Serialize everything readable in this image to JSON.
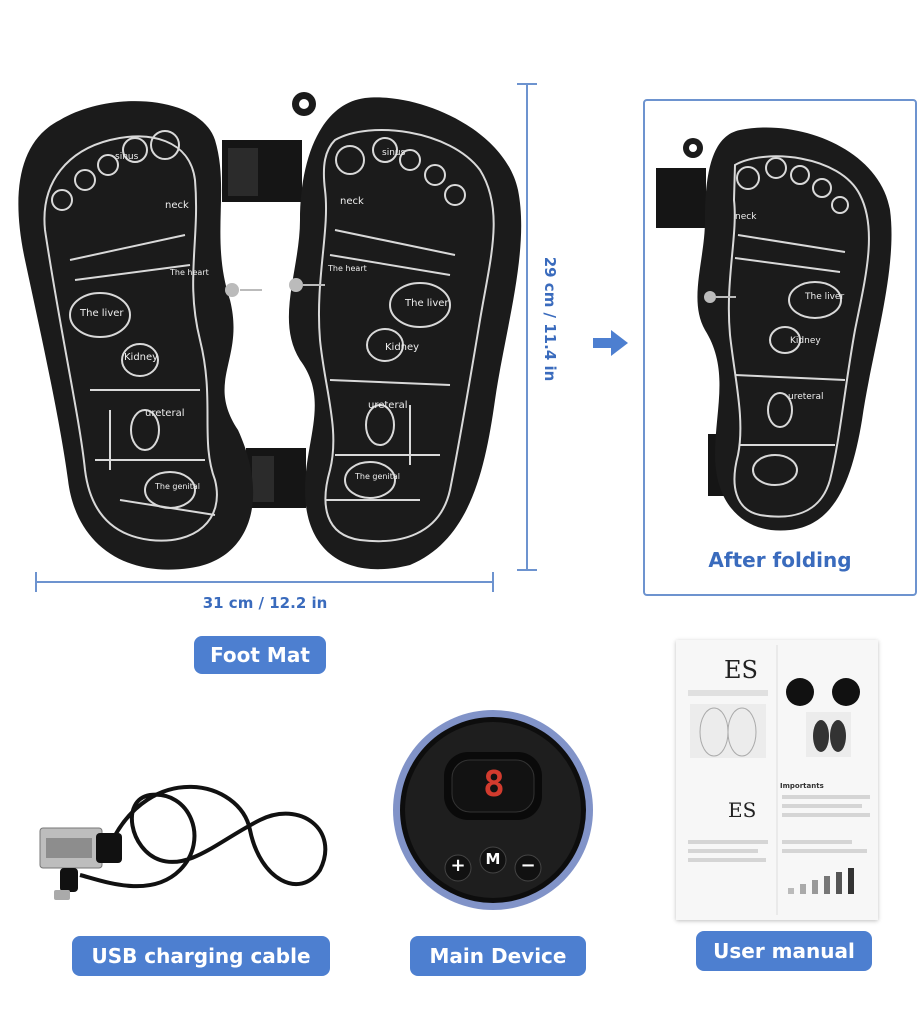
{
  "dimensions": {
    "height": "29 cm / 11.4 in",
    "width": "31 cm / 12.2 in"
  },
  "folded": {
    "caption": "After folding"
  },
  "labels": {
    "foot_mat": "Foot Mat",
    "usb_cable": "USB charging cable",
    "main_device": "Main Device",
    "user_manual": "User manual"
  },
  "device": {
    "display_digit": "8",
    "plus": "+",
    "mode": "M",
    "minus": "−"
  },
  "mat_text": {
    "neck": "neck",
    "liver": "The liver",
    "kidney": "Kidney",
    "heart": "The heart",
    "ureteral": "ureteral",
    "genital": "The genital",
    "sinus": "sinus"
  },
  "manual": {
    "brand": "ES",
    "importants": "Importants"
  },
  "colors": {
    "accent": "#4d7fd0",
    "accent_text": "#3a6bbd",
    "mat": "#1b1b1b",
    "mat_lines": "#d9d9d9"
  }
}
